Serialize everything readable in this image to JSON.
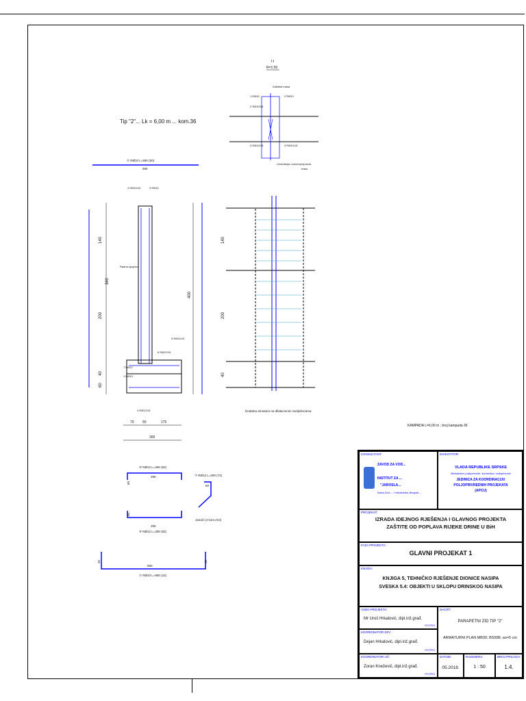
{
  "drawing": {
    "tip_title": "Tip \"2\"... Lk = 6,00 m ... kom.36",
    "section_title": "I-I",
    "section_scale": "R=1:50",
    "top_left_bar_label": "① RØ10 L=590 (50)",
    "top_left_bar_len": "590",
    "label_zastitna_masa": "Zaštitna masa",
    "label_unutrasnja": "Unutrašnja vodonepropusna",
    "label_traka": "traka",
    "label_radna_spojnica": "Radna spojnica",
    "section_labels": [
      "1 RØ10",
      "2 RØ10/15",
      "3 RØ10/15",
      "3 RØ10/15",
      "2 RØ10"
    ],
    "dim_140": "140",
    "dim_200": "200",
    "dim_40": "40",
    "dim_340": "340",
    "dim_400": "400",
    "dim_60": "60",
    "dim_70": "70",
    "dim_50": "50",
    "dim_175": "175",
    "dim_300": "300",
    "dim_290": "290",
    "dim_590": "590",
    "dim_45": "45",
    "label_dodatna": "Dodatna armatura na dilatacionim razdjelnicama",
    "label_kampada": "KAMPADA L=6,00 m ; broj kampada 36",
    "label_janaci": "Janači (4 kom./m2)",
    "bar_a": "④ RØ12 L=290 (82)",
    "bar_b": "④ RØ12 L=290 (82)",
    "bar_c": "⑦ RØ12 L=200 (72)",
    "bar_d": "① RØ10 L=680 (42)",
    "rebar_marks": [
      "4 RØ10/15",
      "3 RØ10",
      "5 RØ10/15",
      "6 RØ12/15",
      "7 RØ12",
      "1 RØ10",
      "4 RØ12/15"
    ]
  },
  "titleblock": {
    "konsultant_label": "KONSULTANT:",
    "konsultant_name1": "ZAVOD ZA VOD...",
    "konsultant_name2": "INSTITUT ZA ...",
    "konsultant_name3": "\"JAROSLA...",
    "konsultant_sub": "Mokra Gora ... / Hidrotehnika, Beograd, ...",
    "investitor_label": "INVESTITOR:",
    "investitor_1": "VLADA REPUBLIKE SRPSKE",
    "investitor_2": "Ministarstvo poljoprivrede, šumarstva i vodoprivrede",
    "investitor_3": "JEDINICA ZA KOORDINACIJU",
    "investitor_4": "POLJOPRIVREDNIH PROJEKATA",
    "investitor_5": "(APCU)",
    "projekat_label": "PROJEKAT:",
    "projekat_1": "IZRADA IDEJNOG RJEŠENJA I GLAVNOG PROJEKTA",
    "projekat_2": "ZAŠTITE OD POPLAVA RIJEKE DRINE U BiH",
    "faza_label": "FAZA PROJEKTA:",
    "faza": "GLAVNI PROJEKAT 1",
    "knjiga_label": "KNJIGA:",
    "knjiga_1": "KNJIGA 5, TEHNIČKO RJEŠENJE DIONICE NASIPA",
    "knjiga_2": "SVESKA 5.4: OBJEKTI U SKLOPU DRINSKOG NASIPA",
    "vodja_label": "VOĐA PROJEKTA:",
    "vodja": "Mr Uroš Hrkalović, dipl.inž.građ.",
    "koord_label": "KOORDINATOR ZZV:",
    "koord": "Dejan Hrkalović, dipl.inž.građ.",
    "koord2_label": "KOORDINATOR IJČ:",
    "koord2": "Zoran Kneževič, dipl.inž.građ.",
    "potpis": "POTPIS",
    "nacrt_label": "NACRT:",
    "nacrt_1": "PARAPETNI ZID TIP \"2\"",
    "nacrt_2": "ARMATURNI PLAN MB30; B500B; ao=5 cm",
    "datum_label": "DATUM:",
    "datum": "05.2018.",
    "razmjera_label": "RAZMJERA:",
    "razmjera": "1 : 50",
    "prilog_label": "BROJ PRILOGA:",
    "prilog": "1.4."
  }
}
